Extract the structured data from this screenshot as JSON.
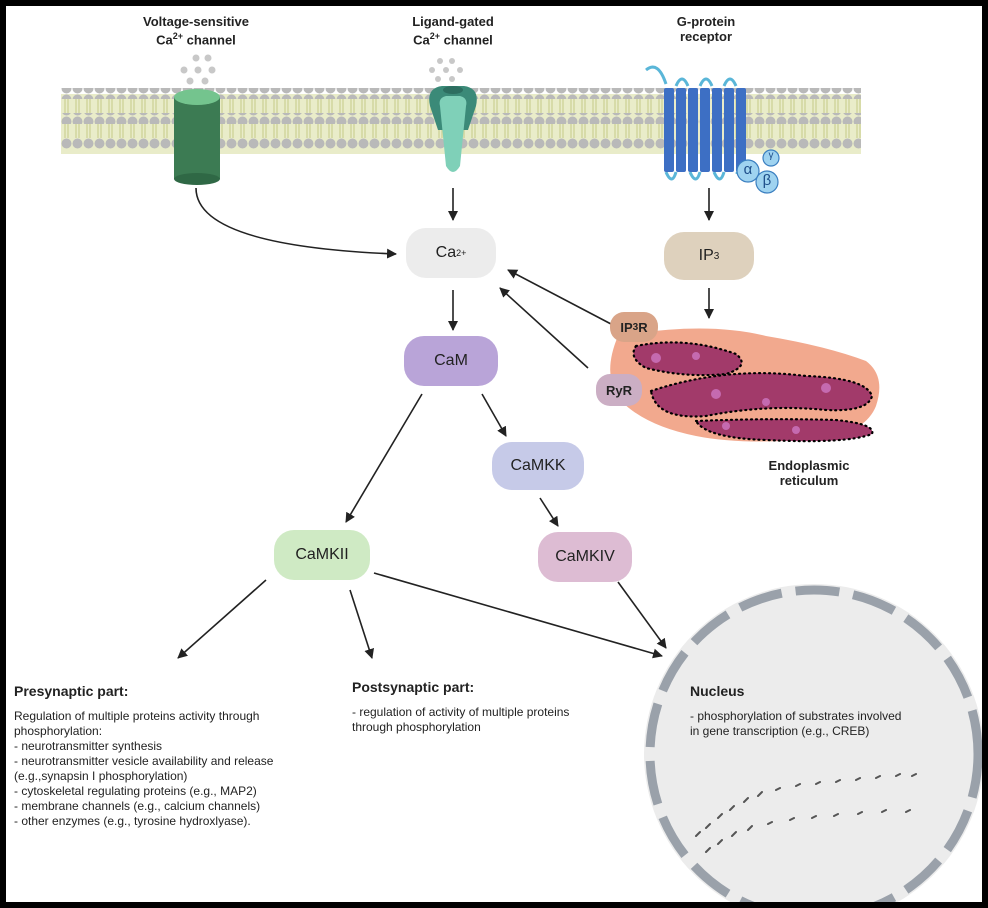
{
  "membrane": {
    "channel1": {
      "line1": "Voltage-sensitive",
      "line2_pre": "Ca",
      "line2_sup": "2+",
      "line2_post": " channel"
    },
    "channel2": {
      "line1": "Ligand-gated",
      "line2_pre": "Ca",
      "line2_sup": "2+",
      "line2_post": " channel"
    },
    "receptor": {
      "line1": "G-protein",
      "line2": "receptor"
    },
    "subunits": {
      "alpha": "α",
      "beta": "β",
      "gamma": "γ"
    }
  },
  "nodes": {
    "ca": {
      "base": "Ca",
      "sup": "2+"
    },
    "ip3": {
      "base": "IP",
      "sub": "3"
    },
    "ip3r": {
      "base": "IP",
      "sub": "3",
      "post": "R"
    },
    "ryr": "RyR",
    "cam": "CaM",
    "camkk": "CaMKK",
    "camkii": "CaMKII",
    "camkiv": "CaMKIV"
  },
  "er_label": {
    "line1": "Endoplasmic",
    "line2": "reticulum"
  },
  "panels": {
    "presynaptic": {
      "title": "Presynaptic part:",
      "body": "Regulation of multiple proteins activity through\nphosphorylation:\n- neurotransmitter synthesis\n- neurotransmitter vesicle availability and release\n(e.g.,synapsin I phosphorylation)\n- cytoskeletal regulating proteins (e.g., MAP2)\n- membrane channels (e.g., calcium channels)\n- other enzymes (e.g., tyrosine hydroxlyase)."
    },
    "postsynaptic": {
      "title": "Postsynaptic part:",
      "body": "- regulation of activity of multiple proteins\nthrough phosphorylation"
    },
    "nucleus": {
      "title": "Nucleus",
      "body": "- phosphorylation of substrates involved\nin gene transcription (e.g., CREB)"
    }
  },
  "colors": {
    "membrane_head": "#b9b9b9",
    "membrane_bg": "#e9ecc9",
    "channel_green": "#3c7b53",
    "ligand_teal": "#6bbca4",
    "receptor_blue": "#3d6fc4",
    "ca_node": "#ececec",
    "ip3_node": "#ded1bd",
    "cam_node": "#b9a4d8",
    "camkk_node": "#c6cae8",
    "camkii_node": "#cfeac4",
    "camkiv_node": "#ddbcd3",
    "er_orange": "#f2a98e",
    "er_purple": "#a23a6a",
    "nucleus_fill": "#ececec",
    "nucleus_border": "#9aa1aa"
  }
}
